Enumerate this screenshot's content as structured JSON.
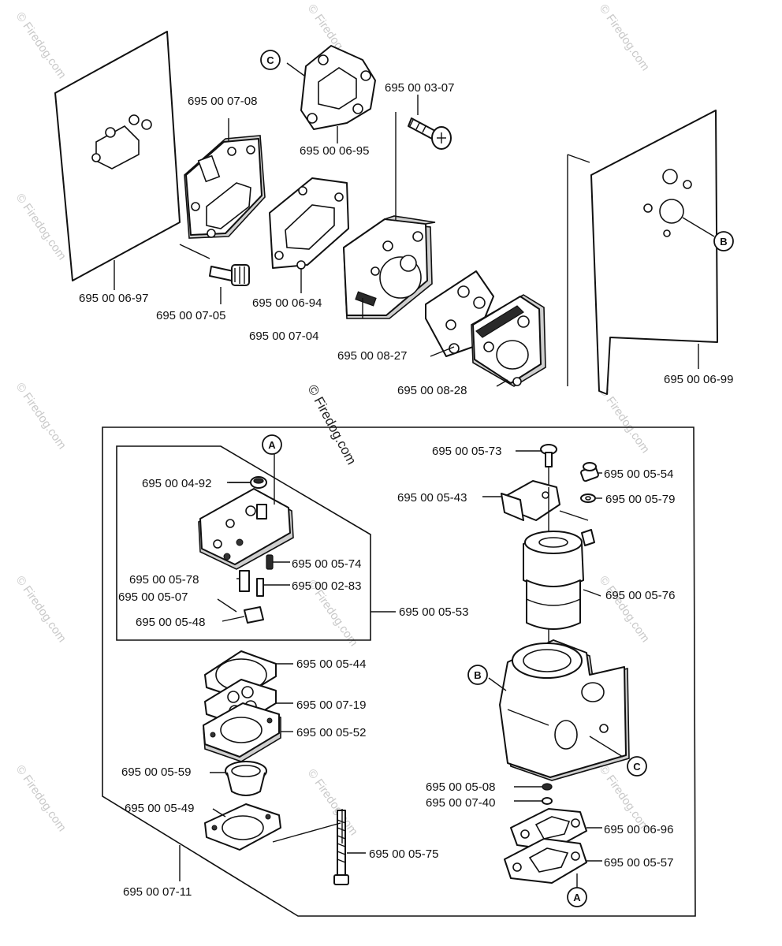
{
  "watermark": {
    "main": "© Firedog.com",
    "repeat": "© Firedog.com"
  },
  "labels": {
    "p0697": "695 00 06-97",
    "p0708": "695 00 07-08",
    "p0695": "695 00 06-95",
    "p0307": "695 00 03-07",
    "p0705": "695 00 07-05",
    "p0694": "695 00 06-94",
    "p0704": "695 00 07-04",
    "p0827": "695 00 08-27",
    "p0828": "695 00 08-28",
    "p0699": "695 00 06-99",
    "p0573": "695 00 05-73",
    "p0554": "695 00 05-54",
    "p0543": "695 00 05-43",
    "p0579": "695 00 05-79",
    "p0492": "695 00 04-92",
    "p0574": "695 00 05-74",
    "p0578": "695 00 05-78",
    "p0283": "695 00 02-83",
    "p0507": "695 00 05-07",
    "p0553": "695 00 05-53",
    "p0548": "695 00 05-48",
    "p0576": "695 00 05-76",
    "p0544": "695 00 05-44",
    "p0719": "695 00 07-19",
    "p0552": "695 00 05-52",
    "p0559": "695 00 05-59",
    "p0549": "695 00 05-49",
    "p0575": "695 00 05-75",
    "p0711": "695 00 07-11",
    "p0508": "695 00 05-08",
    "p0740": "695 00 07-40",
    "p0696": "695 00 06-96",
    "p0557": "695 00 05-57"
  },
  "callouts": {
    "a": "A",
    "b": "B",
    "c": "C"
  }
}
